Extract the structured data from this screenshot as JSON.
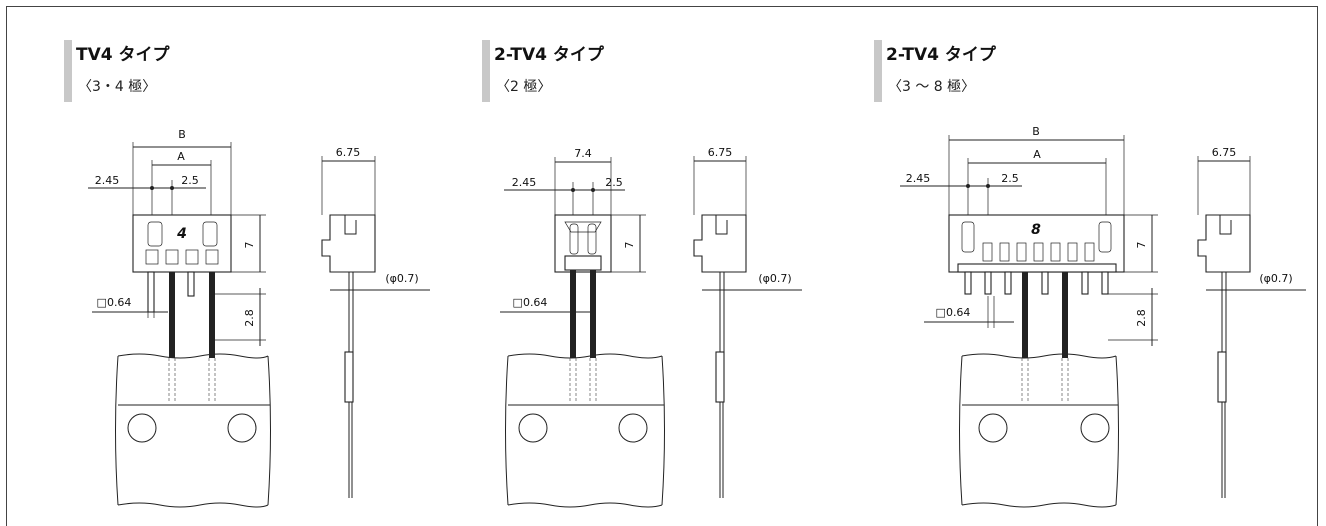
{
  "panels": [
    {
      "title": "TV4 タイプ",
      "subtitle": "〈3・4 極〉",
      "front_marking": "4",
      "dims": {
        "b": "B",
        "a": "A",
        "left_offset": "2.45",
        "pitch": "2.5",
        "height": "7",
        "pin_size": "□0.64",
        "standoff": "2.8"
      },
      "side_dims": {
        "depth": "6.75",
        "pin_dia": "(φ0.7)"
      }
    },
    {
      "title": "2-TV4 タイプ",
      "subtitle": "〈2 極〉",
      "dims": {
        "width": "7.4",
        "left_offset": "2.45",
        "pitch": "2.5",
        "height": "7",
        "pin_size": "□0.64"
      },
      "side_dims": {
        "depth": "6.75",
        "pin_dia": "(φ0.7)"
      }
    },
    {
      "title": "2-TV4 タイプ",
      "subtitle": "〈3 〜 8 極〉",
      "front_marking": "8",
      "dims": {
        "b": "B",
        "a": "A",
        "left_offset": "2.45",
        "pitch": "2.5",
        "height": "7",
        "pin_size": "□0.64",
        "standoff": "2.8"
      },
      "side_dims": {
        "depth": "6.75",
        "pin_dia": "(φ0.7)"
      }
    }
  ]
}
